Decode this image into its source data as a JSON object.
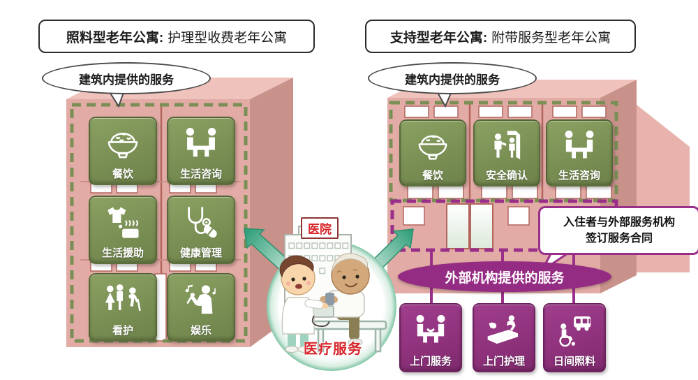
{
  "figure": {
    "left_section": {
      "title_bold": "照料型老年公寓:",
      "title_rest": "护理型收费老年公寓",
      "bubble_label": "建筑内提供的服务",
      "services": [
        {
          "label": "餐饮",
          "icon": "rice-bowl"
        },
        {
          "label": "生活咨询",
          "icon": "consultation-seats"
        },
        {
          "label": "生活援助",
          "icon": "shirt-and-bath"
        },
        {
          "label": "健康管理",
          "icon": "stethoscope-pill"
        },
        {
          "label": "看护",
          "icon": "family-with-elder"
        },
        {
          "label": "娱乐",
          "icon": "karaoke-singer"
        }
      ]
    },
    "right_section": {
      "title_bold": "支持型老年公寓:",
      "title_rest": "附带服务型老年公寓",
      "bubble_label": "建筑内提供的服务",
      "services": [
        {
          "label": "餐饮",
          "icon": "rice-bowl"
        },
        {
          "label": "安全确认",
          "icon": "door-check"
        },
        {
          "label": "生活咨询",
          "icon": "consultation-seats"
        }
      ],
      "contract_note": {
        "line1": "入住者与外部服务机构",
        "line2": "签订服务合同"
      },
      "external_banner_label": "外部机构提供的服务",
      "external_services": [
        {
          "label": "上门服务",
          "icon": "visit-service-seats"
        },
        {
          "label": "上门护理",
          "icon": "bedside-nursing"
        },
        {
          "label": "日间照料",
          "icon": "wheelchair-bus"
        }
      ]
    },
    "center": {
      "hospital_label": "医院",
      "medical_service_label": "医疗服务"
    },
    "colors": {
      "building_pink": "#e2aba5",
      "service_tile_green": "#7d9157",
      "external_tile_purple": "#90327d",
      "banner_purple": "#952c84",
      "dashed_border_green": "#7a8f55",
      "dashed_border_purple": "#9a2f8a",
      "medical_red": "#d8262c",
      "arrow_green": "#2f9e78"
    }
  }
}
